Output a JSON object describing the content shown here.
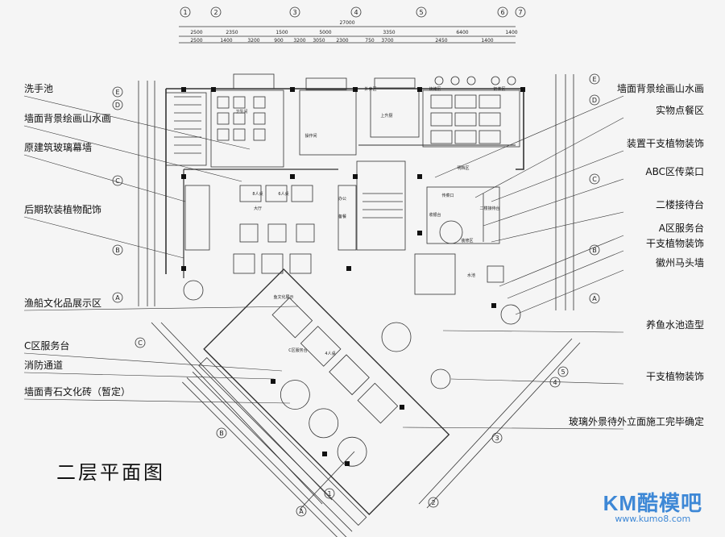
{
  "title": "二层平面图",
  "left_labels": [
    "洗手池",
    "墙面背景绘画山水画",
    "原建筑玻璃幕墙",
    "后期软装植物配饰",
    "渔船文化品展示区",
    "C区服务台",
    "消防通道",
    "墙面青石文化砖（暂定）"
  ],
  "right_labels": [
    "墙面背景绘画山水画",
    "实物点餐区",
    "装置干支植物装饰",
    "ABC区传菜口",
    "二楼接待台",
    "A区服务台",
    "干支植物装饰",
    "徽州马头墙",
    "养鱼水池造型",
    "干支植物装饰",
    "玻璃外景待外立面施工完毕确定"
  ],
  "top_axis_numbers": [
    "1",
    "2",
    "3",
    "4",
    "5",
    "6",
    "7"
  ],
  "top_total_dim": "27000",
  "top_dims_row1": [
    "2500",
    "2350",
    "1500",
    "5000",
    "3350",
    "6400",
    "1400"
  ],
  "top_dims_row2": [
    "2500",
    "1400",
    "3200",
    "900",
    "3200",
    "3050",
    "2300",
    "750",
    "3700",
    "2450",
    "1400"
  ],
  "left_axis_letters": [
    "E",
    "D",
    "C",
    "B",
    "A"
  ],
  "right_axis_letters": [
    "E",
    "D",
    "C",
    "B",
    "A"
  ],
  "diag_axis_left": [
    "C",
    "B",
    "A"
  ],
  "diag_axis_bottom": [
    "1",
    "2",
    "3",
    "4",
    "5"
  ],
  "room_labels": [
    "卫生间",
    "操作间",
    "上升厨",
    "烧烤区",
    "奶茶区",
    "明档区",
    "大厅",
    "办公",
    "备餐",
    "传菜口",
    "收银台",
    "8人桌",
    "6人桌",
    "4人桌",
    "鱼文化展示",
    "C区服务台",
    "二楼接待台",
    "装修区",
    "外卖区",
    "水池"
  ],
  "watermark": {
    "brand": "KM酷模吧",
    "url": "www.kumo8.com"
  },
  "colors": {
    "line": "#333333",
    "column": "#111111",
    "background": "#f5f5f5",
    "watermark": "#3e88d6"
  }
}
